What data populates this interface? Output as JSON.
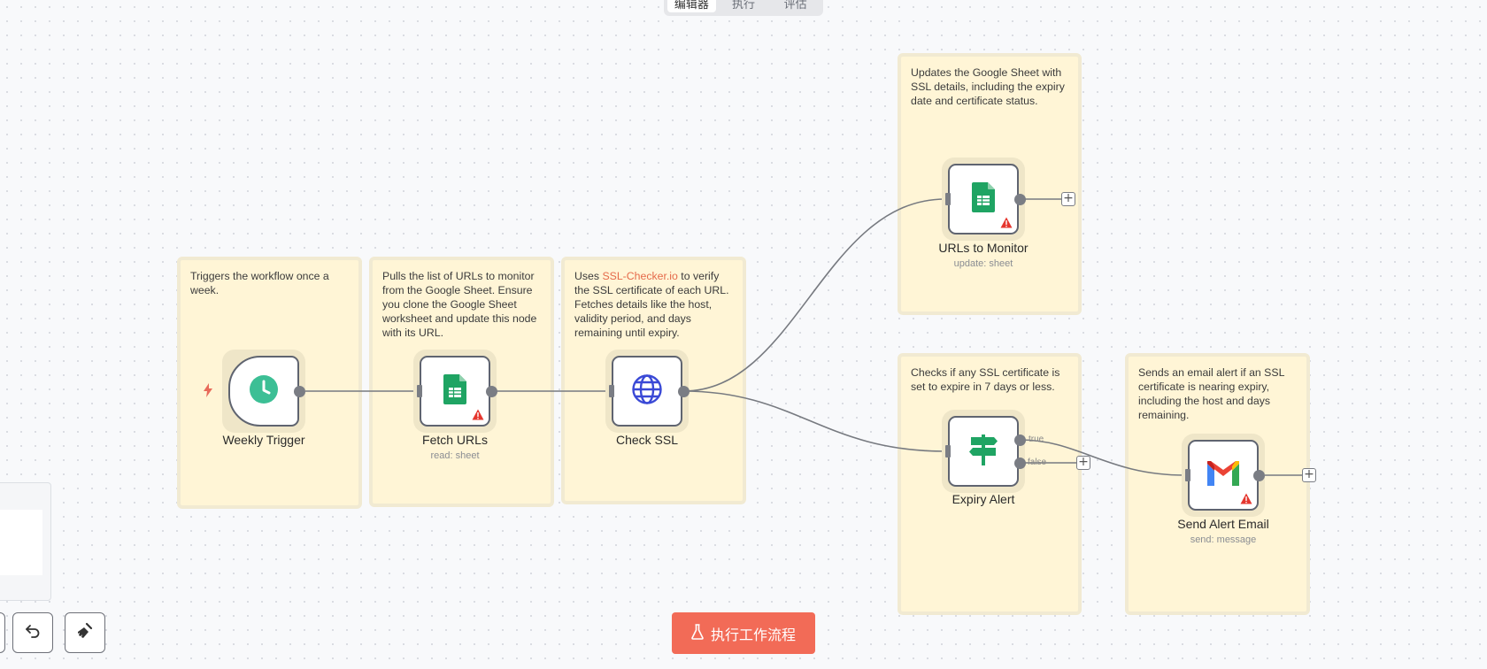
{
  "tabs": [
    {
      "label": "编辑器",
      "active": true
    },
    {
      "label": "执行",
      "active": false
    },
    {
      "label": "评估",
      "active": false
    }
  ],
  "notes": {
    "trigger": "Triggers the workflow once a week.",
    "fetch": "Pulls the list of URLs to monitor from the Google Sheet. Ensure you clone the Google Sheet worksheet and update this node with its URL.",
    "check_prefix": "Uses ",
    "check_link": "SSL-Checker.io",
    "check_suffix": " to verify the SSL certificate of each URL. Fetches details like the host, validity period, and days remaining until expiry.",
    "update": "Updates the Google Sheet with SSL details, including the expiry date and certificate status.",
    "expiry": "Checks if any SSL certificate is set to expire in 7 days or less.",
    "email": "Sends an email alert if an SSL certificate is nearing expiry, including the host and days remaining."
  },
  "nodes": {
    "weekly_trigger": {
      "title": "Weekly Trigger",
      "icon": "clock-icon"
    },
    "fetch_urls": {
      "title": "Fetch URLs",
      "subtitle": "read: sheet",
      "icon": "google-sheets-icon"
    },
    "check_ssl": {
      "title": "Check SSL",
      "icon": "globe-icon"
    },
    "urls_to_monitor": {
      "title": "URLs to Monitor",
      "subtitle": "update: sheet",
      "icon": "google-sheets-icon"
    },
    "expiry_alert": {
      "title": "Expiry Alert",
      "icon": "signpost-icon"
    },
    "send_alert_email": {
      "title": "Send Alert Email",
      "subtitle": "send: message",
      "icon": "gmail-icon"
    }
  },
  "branches": {
    "true_label": "true",
    "false_label": "false"
  },
  "execute_button": {
    "label": "执行工作流程"
  },
  "colors": {
    "note_bg": "#fff5d6",
    "accent": "#e56a4a",
    "execute": "#f26b57",
    "sheets_green": "#1fa463",
    "globe_blue": "#3a49d6",
    "trigger_teal": "#3cbf95"
  }
}
